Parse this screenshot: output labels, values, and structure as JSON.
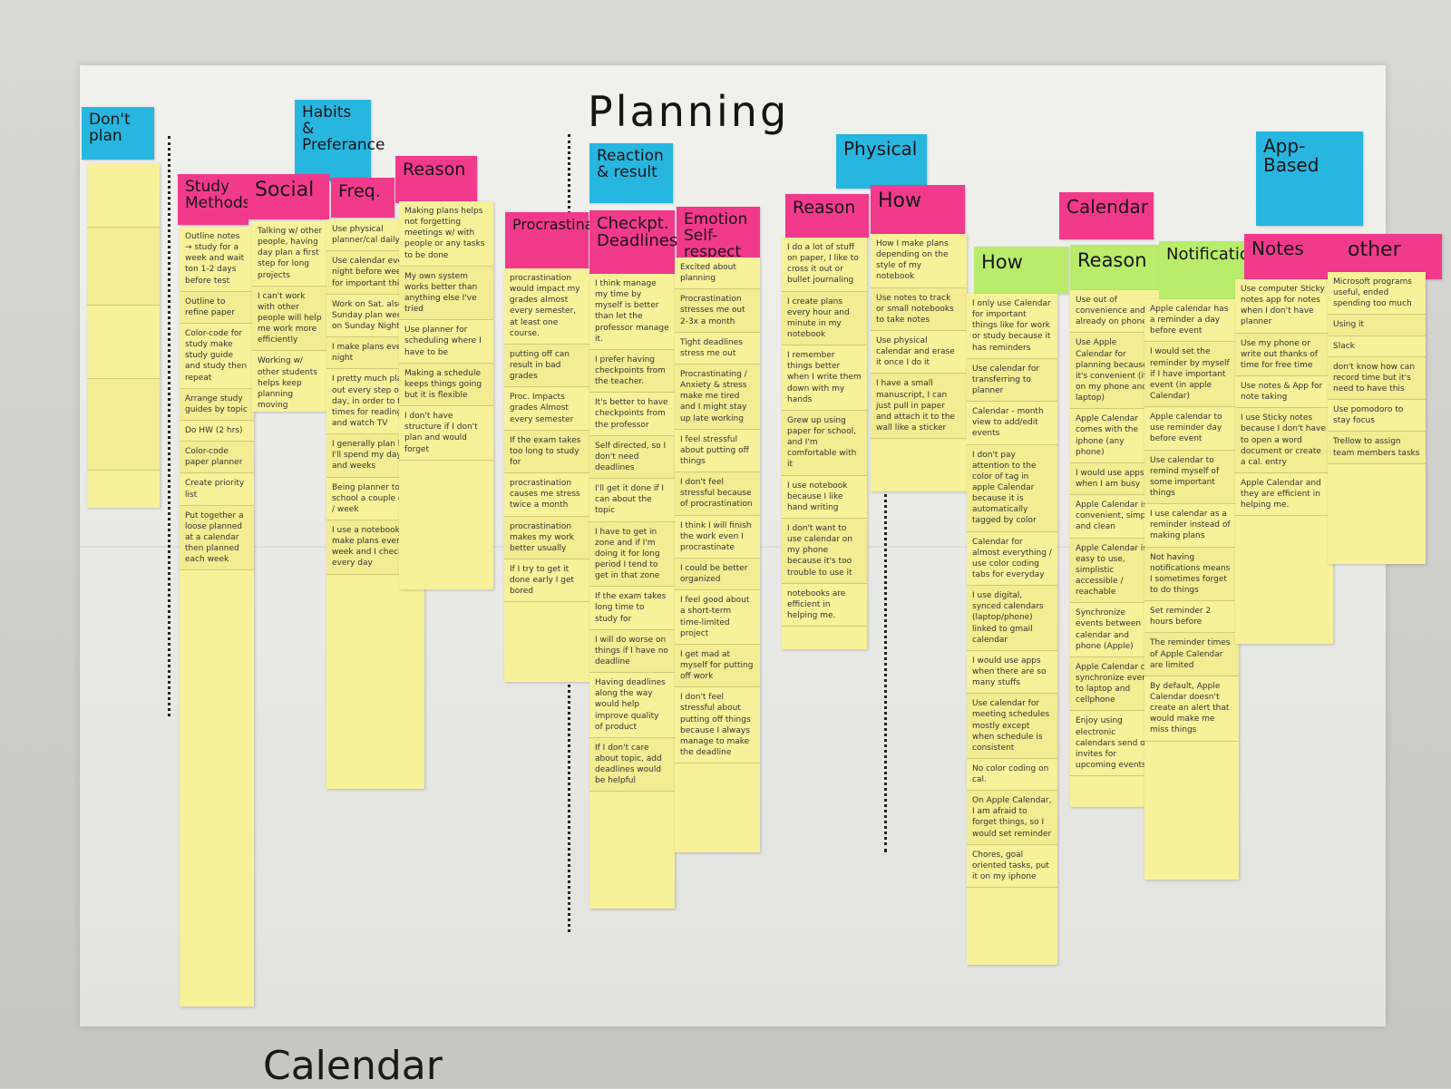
{
  "title": "Planning",
  "bottom_text": "Calendar",
  "groups": {
    "dont_plan": "Don't plan",
    "habits": "Habits & Preferance",
    "reaction": "Reaction & result",
    "physical": "Physical",
    "calendar": "Calendar",
    "app_based": "App-Based"
  },
  "columns": {
    "study": {
      "label": "Study Methods",
      "notes": [
        "Outline notes → study for a week and wait ton 1-2 days before test",
        "Outline to refine paper",
        "Color-code for study make study guide and study then repeat",
        "Arrange study guides by topic",
        "Do HW (2 hrs)",
        "Color-code paper planner",
        "Create priority list",
        "Put together a loose planned at a calendar then planned each week"
      ]
    },
    "social": {
      "label": "Social",
      "notes": [
        "Talking w/ other people, having day plan a first step for long projects",
        "I can't work with other people will help me work more efficiently",
        "Working w/ other students helps keep planning moving"
      ]
    },
    "freq": {
      "label": "Freq.",
      "notes": [
        "Use physical planner/cal daily",
        "Use calendar every night before week for important things",
        "Work on Sat. also on Sunday plan week on Sunday Night",
        "I make plans every night",
        "I pretty much plan out every step of my day, in order to find times for reading and watch TV",
        "I generally plan how I'll spend my days and weeks",
        "Being planner to school a couple days / week",
        "I use a notebook to make plans every week and I check it every day"
      ]
    },
    "reason1": {
      "label": "Reason",
      "notes": [
        "Making plans helps not forgetting meetings w/ with people or any tasks to be done",
        "My own system works better than anything else I've tried",
        "Use planner for scheduling where I have to be",
        "Making a schedule keeps things going but it is flexible",
        "I don't have structure if I don't plan and would forget"
      ]
    },
    "procras": {
      "label": "Procrastination",
      "notes": [
        "procrastination would impact my grades almost every semester, at least one course.",
        "putting off can result in bad grades",
        "Proc. Impacts grades Almost every semester",
        "If the exam takes too long to study for",
        "procrastination causes me stress twice a month",
        "procrastination makes my work better usually",
        "If I try to get it done early I get bored"
      ]
    },
    "checkpt": {
      "label": "Checkpt. Deadlines",
      "notes": [
        "I think manage my time by myself is better than let the professor manage it.",
        "I prefer having checkpoints from the teacher.",
        "It's better to have checkpoints from the professor",
        "Self directed, so I don't need deadlines",
        "I'll get it done if I can about the topic",
        "I have to get in zone and if I'm doing it for long period I tend to get in that zone",
        "If the exam takes long time to study for",
        "I will do worse on things if I have no deadline",
        "Having deadlines along the way would help improve quality of product",
        "If I don't care about topic, add deadlines would be helpful"
      ]
    },
    "emotion": {
      "label": "Emotion Self-respect",
      "notes": [
        "Excited about planning",
        "Procrastination stresses me out 2-3x a month",
        "Tight deadlines stress me out",
        "Procrastinating / Anxiety & stress make me tired and I might stay up late working",
        "I feel stressful about putting off things",
        "I don't feel stressful because of procrastination",
        "I think I will finish the work even I procrastinate",
        "I could be better organized",
        "I feel good about a short-term time-limited project",
        "I get mad at myself for putting off work",
        "I don't feel stressful about putting off things because I always manage to make the deadline"
      ]
    },
    "reason2": {
      "label": "Reason",
      "notes": [
        "I do a lot of stuff on paper, I like to cross it out or bullet journaling",
        "I create plans every hour and minute in my notebook",
        "I remember things better when I write them down with my hands",
        "Grew up using paper for school, and I'm comfortable with it",
        "I use notebook because I like hand writing",
        "I don't want to use calendar on my phone because it's too trouble to use it",
        "notebooks are efficient in helping me."
      ]
    },
    "how1": {
      "label": "How",
      "notes": [
        "How I make plans depending on the style of my notebook",
        "Use notes to track or small notebooks to take notes",
        "Use physical calendar and erase it once I do it",
        "I have a small manuscript, I can just pull in paper and attach it to the wall like a sticker"
      ]
    },
    "how2": {
      "label": "How",
      "notes": [
        "I only use Calendar for important things like for work or study because it has reminders",
        "Use calendar for transferring to planner",
        "Calendar - month view to add/edit events",
        "I don't pay attention to the color of tag in apple Calendar because it is automatically tagged by color",
        "Calendar for almost everything / use color coding tabs for everyday",
        "I use digital, synced calendars (laptop/phone) linked to gmail calendar",
        "I would use apps when there are so many stuffs",
        "Use calendar for meeting schedules mostly except when schedule is consistent",
        "No color coding on cal.",
        "On Apple Calendar, I am afraid to forget things, so I would set reminder",
        "Chores, goal oriented tasks, put it on my iphone"
      ]
    },
    "reason3": {
      "label": "Reason",
      "notes": [
        "Use out of convenience and already on phone",
        "Use Apple Calendar for planning because it's convenient (it's on my phone and laptop)",
        "Apple Calendar comes with the iphone (any phone)",
        "I would use apps when I am busy",
        "Apple Calendar is convenient, simple and clean",
        "Apple Calendar is easy to use, simplistic accessible / reachable",
        "Synchronize events between calendar and phone (Apple)",
        "Apple Calendar can synchronize events to laptop and cellphone",
        "Enjoy using electronic calendars send out invites for upcoming events"
      ]
    },
    "notif": {
      "label": "Notification",
      "notes": [
        "Apple calendar has a reminder a day before event",
        "I would set the reminder by myself if I have important event (in apple Calendar)",
        "Apple calendar to use reminder day before event",
        "Use calendar to remind myself of some important things",
        "I use calendar as a reminder instead of making plans",
        "Not having notifications means I sometimes forget to do things",
        "Set reminder 2 hours before",
        "The reminder times of Apple Calendar are limited",
        "By default, Apple Calendar doesn't create an alert that would make me miss things"
      ]
    },
    "notes": {
      "label": "Notes",
      "notes": [
        "Use computer Sticky notes app for notes when I don't have planner",
        "Use my phone or write out thanks of time for free time",
        "Use notes & App for note taking",
        "I use Sticky notes because I don't have to open a word document or create a cal. entry",
        "Apple Calendar and they are efficient in helping me."
      ]
    },
    "other": {
      "label": "other",
      "notes": [
        "Microsoft programs useful, ended spending too much",
        "Using it",
        "Slack",
        "don't know how can record time but it's need to have this",
        "Use pomodoro to stay focus",
        "Trellow to assign team members tasks"
      ]
    }
  }
}
